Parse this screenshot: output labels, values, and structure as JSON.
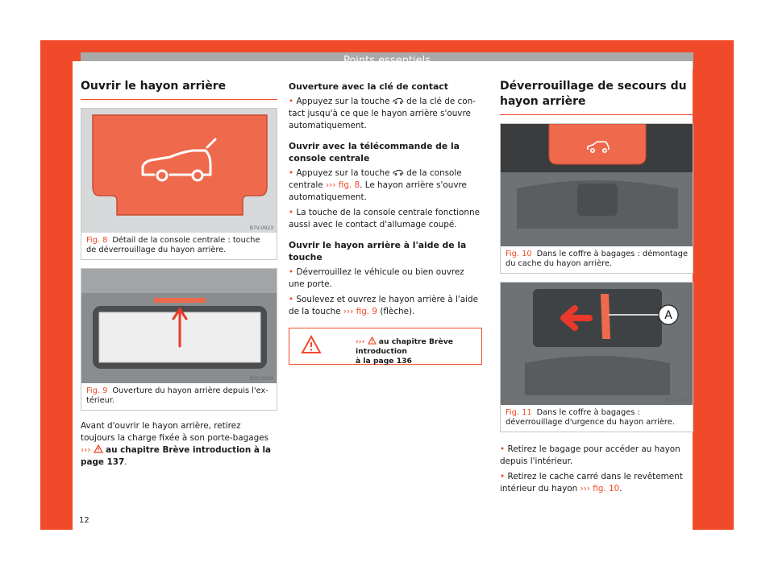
{
  "header": {
    "title": "Points essentiels"
  },
  "page_number": "12",
  "left": {
    "title": "Ouvrir le hayon arrière",
    "fig8": {
      "code": "B7V-0923",
      "label": "Fig. 8",
      "text": "Détail de la console centrale : touche de déverrouillage du hayon arrière."
    },
    "fig9": {
      "code": "B7V-0924",
      "label": "Fig. 9",
      "text": "Ouverture du hayon arrière depuis l'ex­térieur."
    },
    "para_start": "Avant d'ouvrir le hayon arrière, retirez toujours la charge fixée à son porte-bagages",
    "para_arrows": "›››",
    "para_bold": "au chapitre Brève introduction à la page 137",
    "para_end": "."
  },
  "middle": {
    "h1": "Ouverture avec la clé de contact",
    "b1_start": "Appuyez sur la touche",
    "b1_end": "de la clé de con­tact jusqu'à ce que le hayon arrière s'ouvre automatiquement.",
    "h2": "Ouvrir avec la télécommande de la conso­le centrale",
    "b2_start": "Appuyez sur la touche",
    "b2_mid": "de la console centrale",
    "b2_ref": "››› fig. 8",
    "b2_end": ". Le hayon arrière s'ouvre automatiquement.",
    "b3": "La touche de la console centrale fonction­ne aussi avec le contact d'allumage coupé.",
    "h3": "Ouvrir le hayon arrière à l'aide de la tou­che",
    "b4": "Déverrouillez le véhicule ou bien ouvrez une porte.",
    "b5_start": "Soulevez et ouvrez le hayon arrière à l'aide de la touche",
    "b5_ref": "››› fig. 9",
    "b5_end": "(flèche).",
    "warn_arrows": "›››",
    "warn_line1": "au chapitre Brève introduction",
    "warn_line2": "à la page 136"
  },
  "right": {
    "title": "Déverrouillage de secours du hayon arrière",
    "fig10": {
      "code": "B7V-1000",
      "label": "Fig. 10",
      "text": "Dans le coffre à bagages : démontage du cache du hayon arrière."
    },
    "fig11": {
      "code": "B7V-1001",
      "label": "Fig. 11",
      "text": "Dans le coffre à bagages : déverrouilla­ge d'urgence du hayon arrière.",
      "callout": "A"
    },
    "b1": "Retirez le bagage pour accéder au hayon depuis l'intérieur.",
    "b2_start": "Retirez le cache carré dans le revêtement intérieur du hayon",
    "b2_ref": "››› fig. 10",
    "b2_end": "."
  },
  "bullet_symbol": "•",
  "colors": {
    "accent": "#f04a2a",
    "header_bar": "#a9a9a9"
  },
  "icons": {
    "car": "car-icon",
    "warning": "warning-triangle-icon"
  }
}
